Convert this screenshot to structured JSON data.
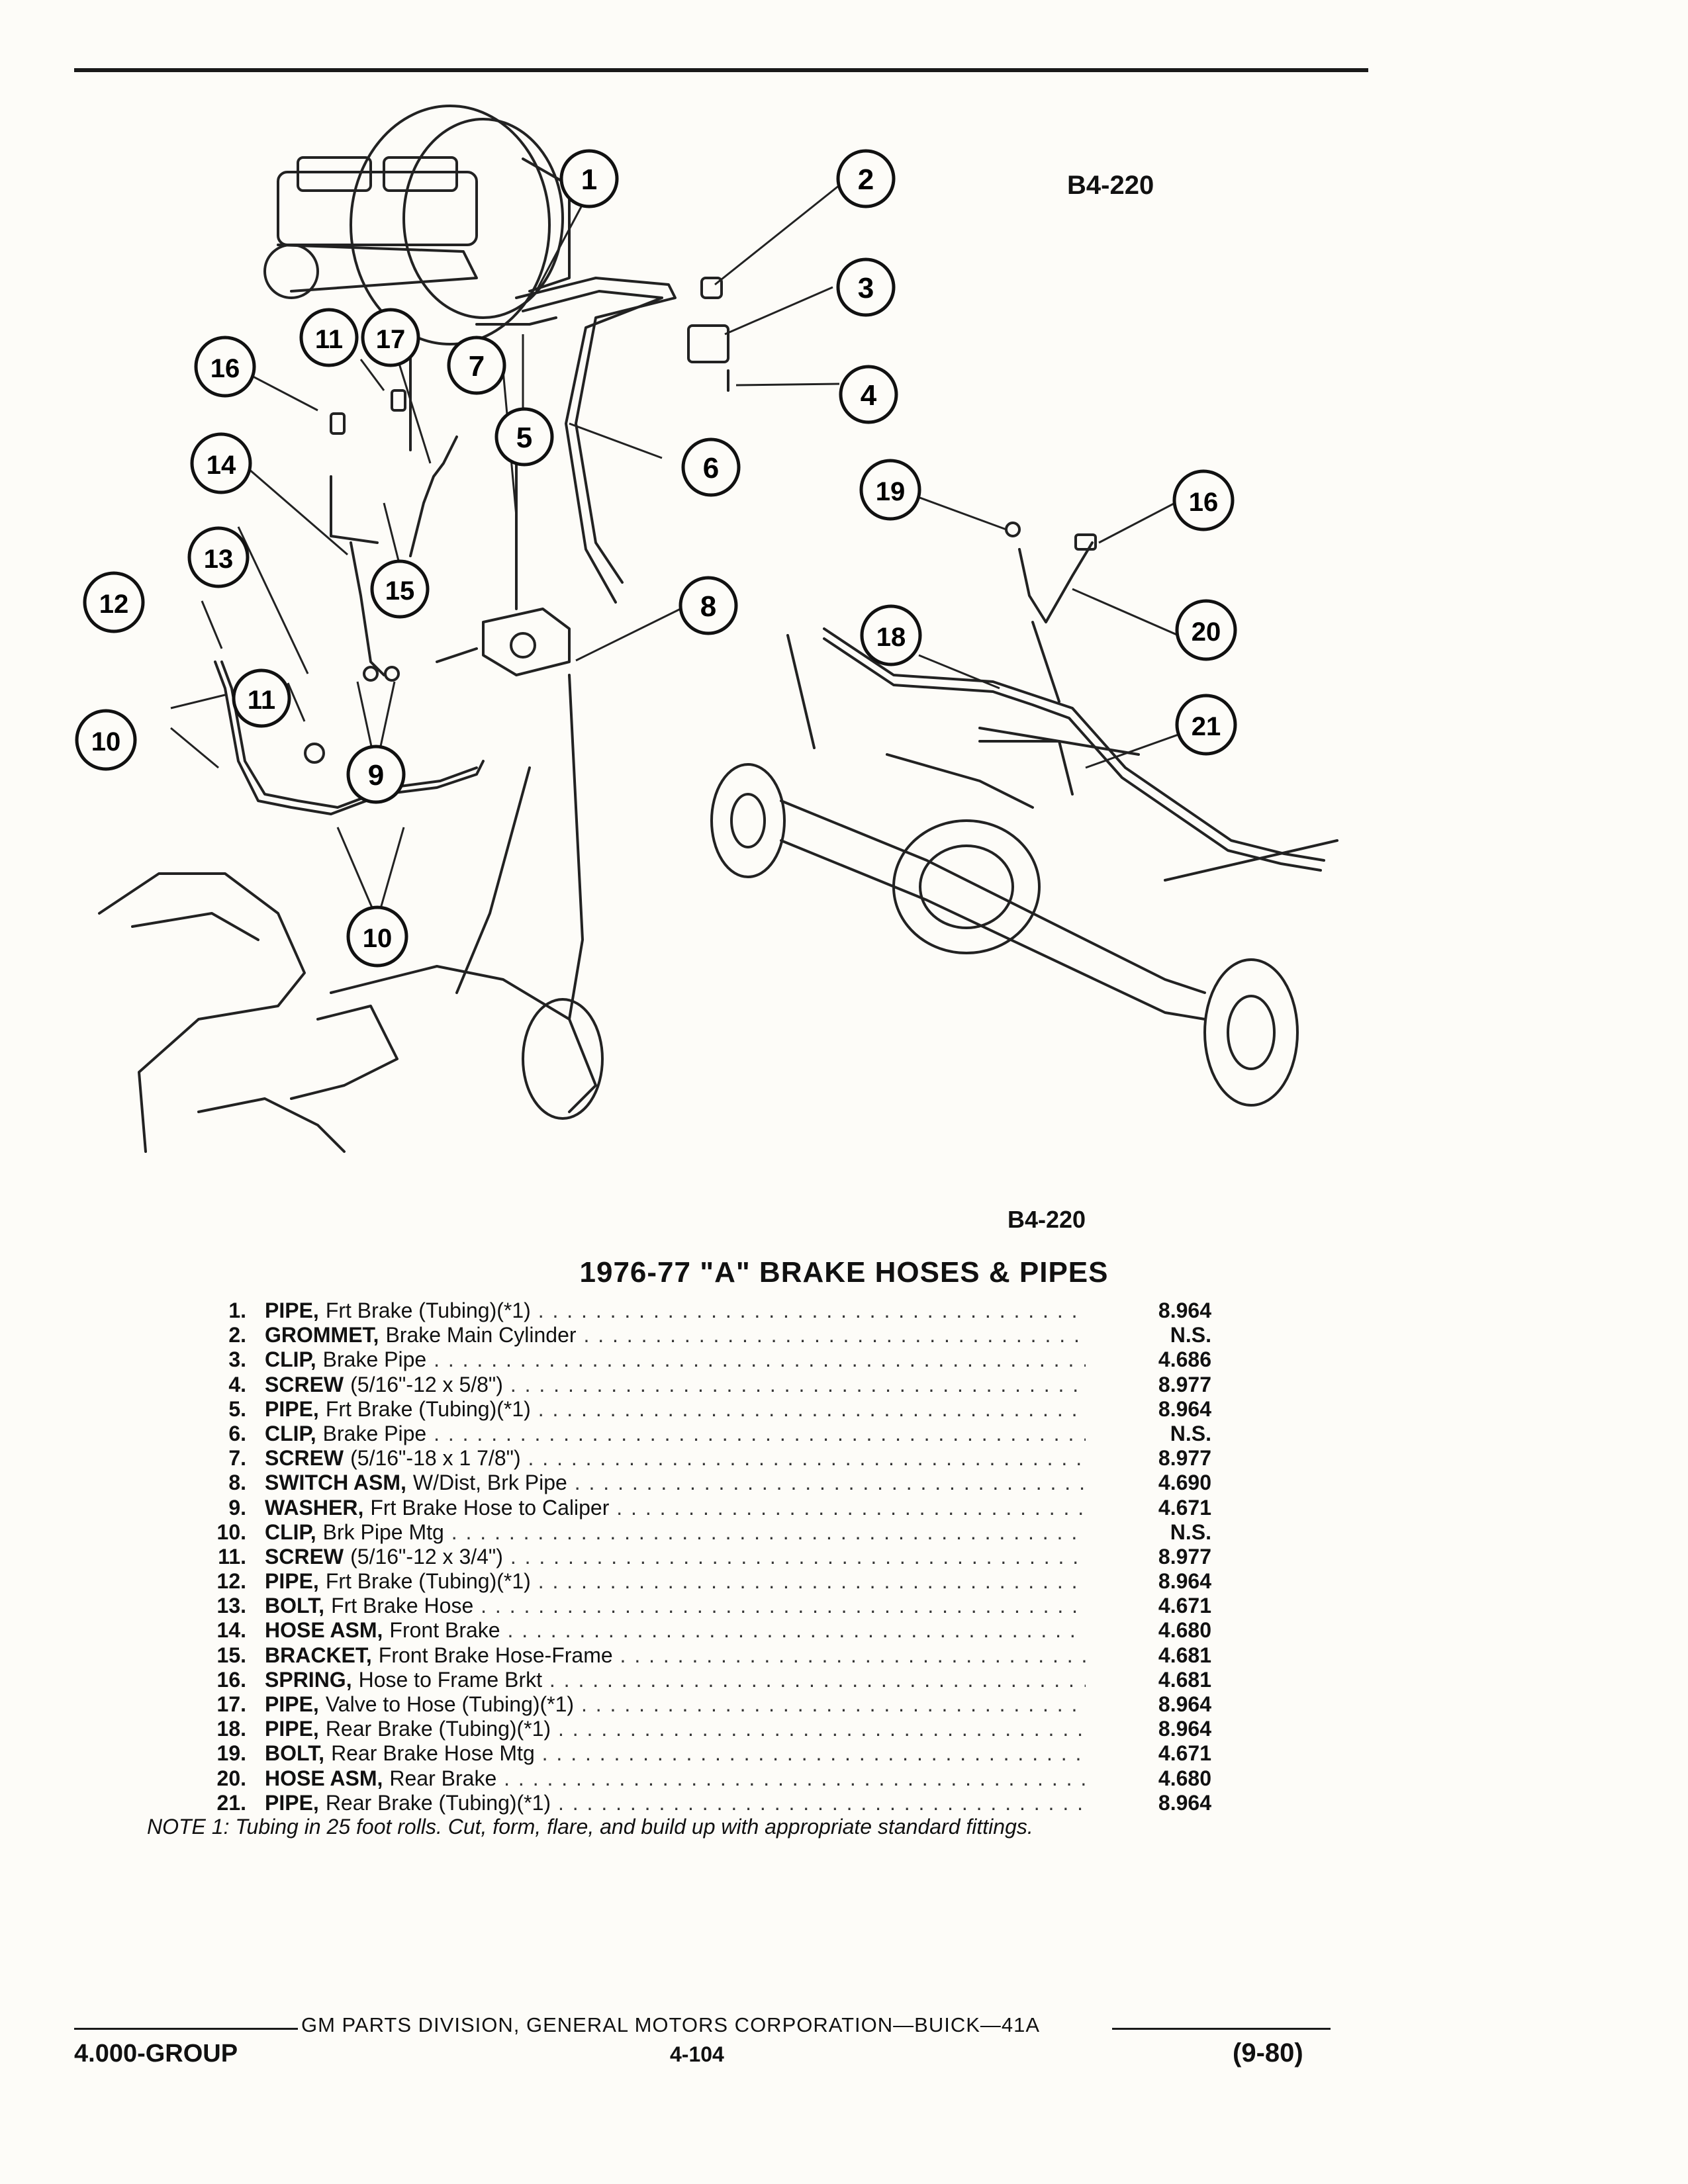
{
  "header": {
    "code_top": "B4-220"
  },
  "diagram": {
    "callouts": [
      "1",
      "2",
      "3",
      "4",
      "5",
      "6",
      "7",
      "8",
      "9",
      "10",
      "11",
      "12",
      "13",
      "14",
      "15",
      "16",
      "17",
      "18",
      "19",
      "20",
      "21"
    ]
  },
  "caption": {
    "code_bottom": "B4-220"
  },
  "title": "1976-77 \"A\" BRAKE HOSES & PIPES",
  "parts": [
    {
      "num": "1.",
      "name": "PIPE,",
      "desc": "Frt Brake (Tubing)(*1)",
      "ref": "8.964"
    },
    {
      "num": "2.",
      "name": "GROMMET,",
      "desc": "Brake Main Cylinder",
      "ref": "N.S."
    },
    {
      "num": "3.",
      "name": "CLIP,",
      "desc": "Brake Pipe",
      "ref": "4.686"
    },
    {
      "num": "4.",
      "name": "SCREW",
      "desc": "(5/16\"-12 x 5/8\")",
      "ref": "8.977"
    },
    {
      "num": "5.",
      "name": "PIPE,",
      "desc": "Frt Brake (Tubing)(*1)",
      "ref": "8.964"
    },
    {
      "num": "6.",
      "name": "CLIP,",
      "desc": "Brake Pipe",
      "ref": "N.S."
    },
    {
      "num": "7.",
      "name": "SCREW",
      "desc": "(5/16\"-18 x 1 7/8\")",
      "ref": "8.977"
    },
    {
      "num": "8.",
      "name": "SWITCH ASM,",
      "desc": "W/Dist, Brk Pipe",
      "ref": "4.690"
    },
    {
      "num": "9.",
      "name": "WASHER,",
      "desc": "Frt Brake Hose to Caliper",
      "ref": "4.671"
    },
    {
      "num": "10.",
      "name": "CLIP,",
      "desc": "Brk Pipe Mtg",
      "ref": "N.S."
    },
    {
      "num": "11.",
      "name": "SCREW",
      "desc": "(5/16\"-12 x 3/4\")",
      "ref": "8.977"
    },
    {
      "num": "12.",
      "name": "PIPE,",
      "desc": "Frt Brake (Tubing)(*1)",
      "ref": "8.964"
    },
    {
      "num": "13.",
      "name": "BOLT,",
      "desc": "Frt Brake Hose",
      "ref": "4.671"
    },
    {
      "num": "14.",
      "name": "HOSE ASM,",
      "desc": "Front Brake",
      "ref": "4.680"
    },
    {
      "num": "15.",
      "name": "BRACKET,",
      "desc": "Front Brake Hose-Frame",
      "ref": "4.681"
    },
    {
      "num": "16.",
      "name": "SPRING,",
      "desc": "Hose to Frame Brkt",
      "ref": "4.681"
    },
    {
      "num": "17.",
      "name": "PIPE,",
      "desc": "Valve to Hose (Tubing)(*1)",
      "ref": "8.964"
    },
    {
      "num": "18.",
      "name": "PIPE,",
      "desc": "Rear Brake (Tubing)(*1)",
      "ref": "8.964"
    },
    {
      "num": "19.",
      "name": "BOLT,",
      "desc": "Rear Brake Hose Mtg",
      "ref": "4.671"
    },
    {
      "num": "20.",
      "name": "HOSE ASM,",
      "desc": "Rear Brake",
      "ref": "4.680"
    },
    {
      "num": "21.",
      "name": "PIPE,",
      "desc": "Rear Brake (Tubing)(*1)",
      "ref": "8.964"
    }
  ],
  "note": "NOTE 1: Tubing in 25 foot rolls. Cut, form, flare, and build up with appropriate standard fittings.",
  "footer": {
    "center": "GM PARTS DIVISION, GENERAL MOTORS CORPORATION—BUICK—41A",
    "group": "4.000-GROUP",
    "page": "4-104",
    "date": "(9-80)"
  }
}
